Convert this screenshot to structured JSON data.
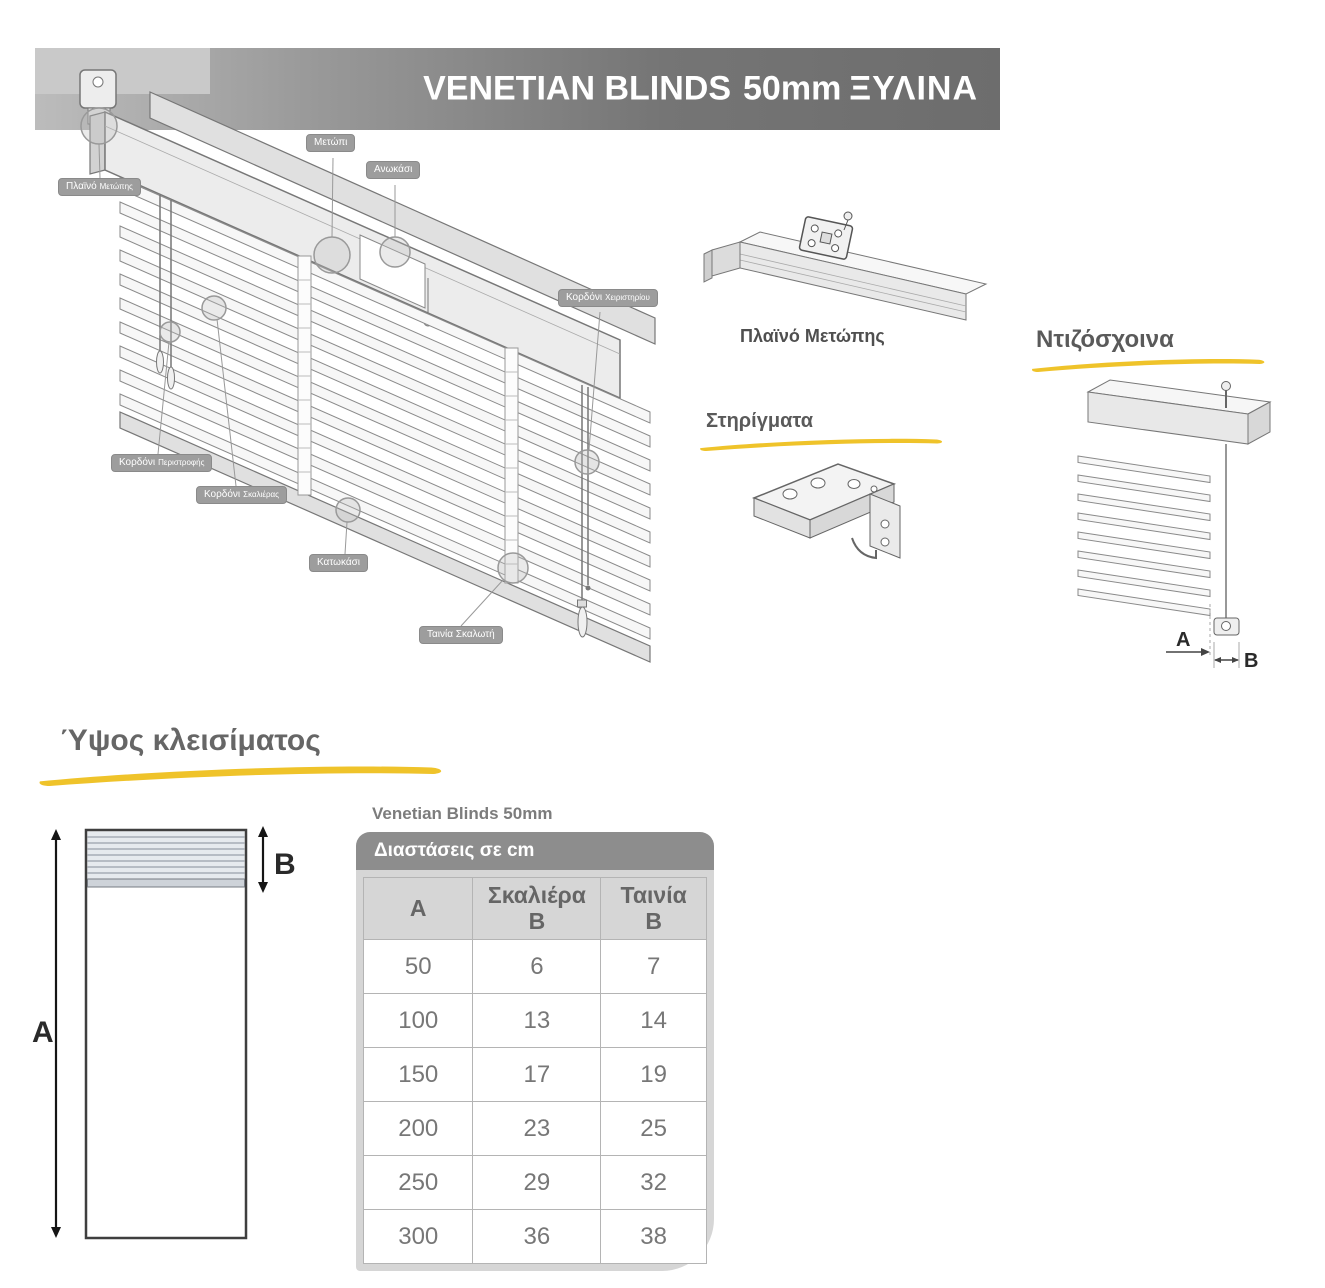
{
  "header": {
    "title": "VENETIAN BLINDS",
    "size": "50mm",
    "material": "ΞΥΛΙΝΑ"
  },
  "main_diagram": {
    "labels": {
      "plaino": {
        "main": "Πλαϊνό",
        "sub": "Μετώπης"
      },
      "metopi": {
        "main": "Μετώπι"
      },
      "anokasi": {
        "main": "Ανωκάσι"
      },
      "kordoni_cheiristiriou": {
        "main": "Κορδόνι",
        "sub": "Χειριστηρίου"
      },
      "kordoni_peristrofis": {
        "main": "Κορδόνι",
        "sub": "Περιστροφής"
      },
      "kordoni_skalieras": {
        "main": "Κορδόνι",
        "sub": "Σκαλιέρας"
      },
      "katokasi": {
        "main": "Κατωκάσι"
      },
      "tainia_skaloti": {
        "main": "Ταινία Σκαλωτή"
      }
    }
  },
  "detail": {
    "caption": "Πλαϊνό Μετώπης"
  },
  "supports": {
    "title": "Στηρίγματα"
  },
  "cords_section": {
    "title": "Ντιζόσχοινα",
    "dim_a": "A",
    "dim_b": "B"
  },
  "closing_height": {
    "title": "Ύψος κλεισίματος",
    "dim_a": "A",
    "dim_b": "B"
  },
  "table": {
    "title": "Venetian Blinds 50mm",
    "header": "Διαστάσεις σε cm",
    "columns": {
      "a": "A",
      "skaliera": "Σκαλιέρα",
      "skaliera_sub": "B",
      "tainia": "Ταινία",
      "tainia_sub": "B"
    },
    "rows": [
      [
        "50",
        "6",
        "7"
      ],
      [
        "100",
        "13",
        "14"
      ],
      [
        "150",
        "17",
        "19"
      ],
      [
        "200",
        "23",
        "25"
      ],
      [
        "250",
        "29",
        "32"
      ],
      [
        "300",
        "36",
        "38"
      ]
    ]
  },
  "colors": {
    "accent_yellow": "#efc32a",
    "banner_gray": "#7a7a7a",
    "table_header_gray": "#8d8d8d"
  }
}
